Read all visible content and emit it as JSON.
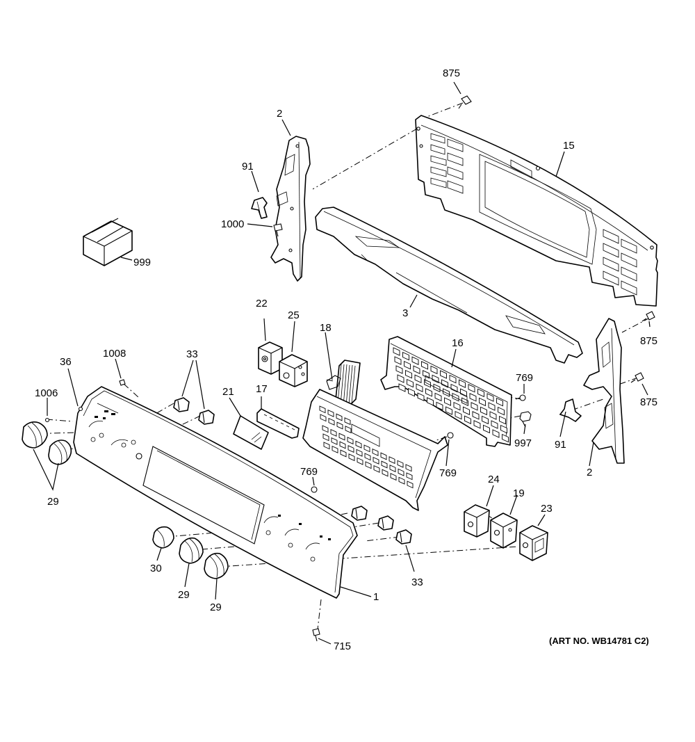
{
  "diagram": {
    "art_number": "(ART NO. WB14781 C2)",
    "callouts": [
      {
        "id": "c-875-a",
        "text": "875"
      },
      {
        "id": "c-2-a",
        "text": "2"
      },
      {
        "id": "c-15",
        "text": "15"
      },
      {
        "id": "c-91-a",
        "text": "91"
      },
      {
        "id": "c-1000",
        "text": "1000"
      },
      {
        "id": "c-999",
        "text": "999"
      },
      {
        "id": "c-3",
        "text": "3"
      },
      {
        "id": "c-875-b",
        "text": "875"
      },
      {
        "id": "c-875-c",
        "text": "875"
      },
      {
        "id": "c-22",
        "text": "22"
      },
      {
        "id": "c-25",
        "text": "25"
      },
      {
        "id": "c-18",
        "text": "18"
      },
      {
        "id": "c-16",
        "text": "16"
      },
      {
        "id": "c-1008",
        "text": "1008"
      },
      {
        "id": "c-36",
        "text": "36"
      },
      {
        "id": "c-33-a",
        "text": "33"
      },
      {
        "id": "c-1006",
        "text": "1006"
      },
      {
        "id": "c-21",
        "text": "21"
      },
      {
        "id": "c-17",
        "text": "17"
      },
      {
        "id": "c-769-a",
        "text": "769"
      },
      {
        "id": "c-997",
        "text": "997"
      },
      {
        "id": "c-91-b",
        "text": "91"
      },
      {
        "id": "c-2-b",
        "text": "2"
      },
      {
        "id": "c-29-a",
        "text": "29"
      },
      {
        "id": "c-769-b",
        "text": "769"
      },
      {
        "id": "c-769-c",
        "text": "769"
      },
      {
        "id": "c-24",
        "text": "24"
      },
      {
        "id": "c-19",
        "text": "19"
      },
      {
        "id": "c-23",
        "text": "23"
      },
      {
        "id": "c-30",
        "text": "30"
      },
      {
        "id": "c-33-b",
        "text": "33"
      },
      {
        "id": "c-1",
        "text": "1"
      },
      {
        "id": "c-29-b",
        "text": "29"
      },
      {
        "id": "c-29-c",
        "text": "29"
      },
      {
        "id": "c-715",
        "text": "715"
      }
    ]
  }
}
